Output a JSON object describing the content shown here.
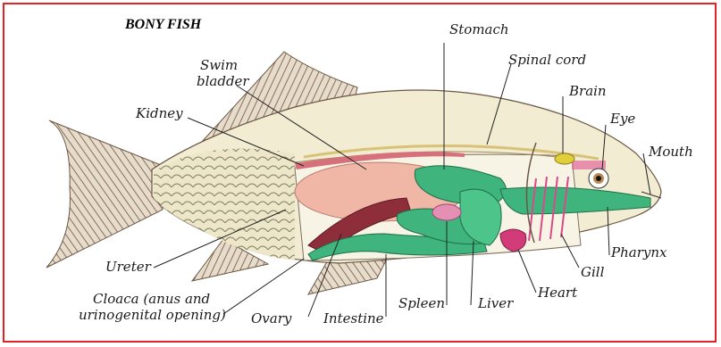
{
  "title": "BONY FISH",
  "labels": {
    "stomach": "Stomach",
    "swim_bladder_1": "Swim",
    "swim_bladder_2": "bladder",
    "spinal_cord": "Spinal cord",
    "brain": "Brain",
    "kidney": "Kidney",
    "eye": "Eye",
    "mouth": "Mouth",
    "pharynx": "Pharynx",
    "gill": "Gill",
    "heart": "Heart",
    "liver": "Liver",
    "spleen": "Spleen",
    "intestine": "Intestine",
    "ovary": "Ovary",
    "ureter": "Ureter",
    "cloaca_1": "Cloaca (anus and",
    "cloaca_2": "urinogenital opening)"
  },
  "colors": {
    "border": "#e32227",
    "fin": "#c9b9a3",
    "body": "#f1ecd2",
    "swim_bladder": "#f0b7a6",
    "organ_green": "#3fb57d",
    "heart": "#d13b78",
    "kidney": "#d6707b",
    "ovary": "#8e2e3b",
    "brain": "#e0cf3b"
  }
}
